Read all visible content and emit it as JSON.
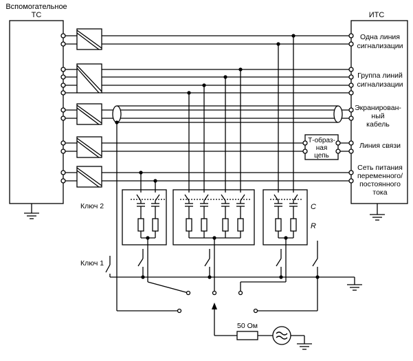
{
  "left_device": {
    "title_line1": "Вспомогательное",
    "title_line2": "ТС"
  },
  "right_device": {
    "title": "ИТС",
    "labels": [
      [
        "Одна линия",
        "сигнализации"
      ],
      [
        "Группа линий",
        "сигнализации"
      ],
      [
        "Экранирован-",
        "ный",
        "кабель"
      ],
      [
        "Линия связи"
      ],
      [
        "Сеть питания",
        "переменного/",
        "постоянного",
        "тока"
      ]
    ]
  },
  "t_network": [
    "Т-образ-",
    "ная",
    "цепь"
  ],
  "key2_label": "Ключ 2",
  "key1_label": "Ключ 1",
  "c_label": "C",
  "r_label": "R",
  "resistor_label": "50 Ом"
}
